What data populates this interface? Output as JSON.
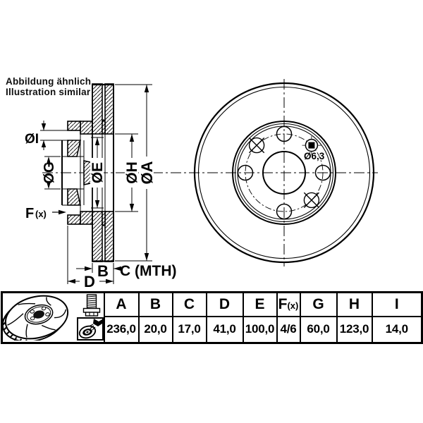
{
  "note": {
    "line1": "Abbildung ähnlich",
    "line2": "Illustration similar"
  },
  "drawing": {
    "dims": {
      "i": "ØI",
      "g": "ØG",
      "e": "ØE",
      "h": "ØH",
      "a": "ØA",
      "f_main": "F",
      "f_sub": "(x)",
      "b": "B",
      "c": "C (MTH)",
      "d": "D",
      "pin_hole": "Ø6,3"
    }
  },
  "table": {
    "columns": [
      {
        "header": "A",
        "value": "236,0"
      },
      {
        "header": "B",
        "value": "20,0"
      },
      {
        "header": "C",
        "value": "17,0"
      },
      {
        "header": "D",
        "value": "41,0"
      },
      {
        "header": "E",
        "value": "100,0"
      },
      {
        "header": "F",
        "header_sub": "(x)",
        "value": "4/6"
      },
      {
        "header": "G",
        "value": "60,0"
      },
      {
        "header": "H",
        "value": "123,0"
      },
      {
        "header": "I",
        "value": "14,0"
      }
    ],
    "icons": {
      "disc": "power-disc-icon",
      "bolt": "wheel-bolt-icon",
      "spray": "coated-disc-spray-icon"
    }
  },
  "colors": {
    "line": "#000000",
    "background": "#ffffff"
  }
}
